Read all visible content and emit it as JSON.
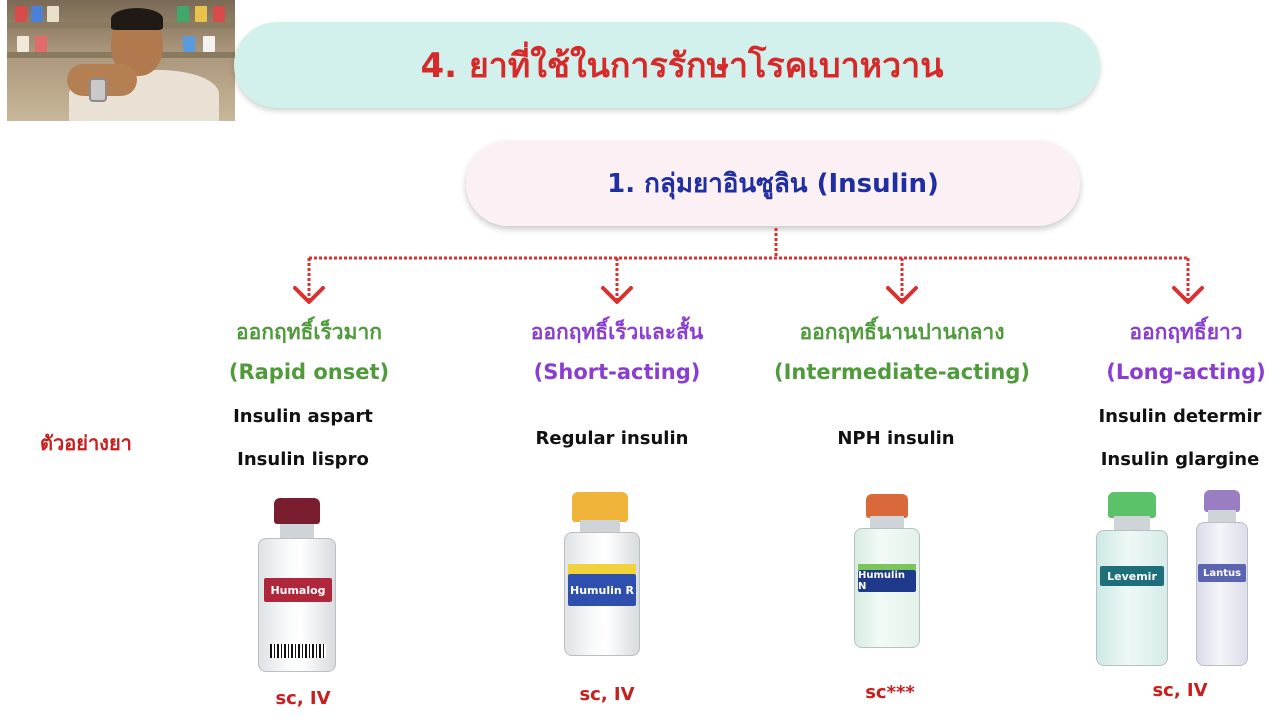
{
  "title": "4. ยาที่ใช้ในการรักษาโรคเบาหวาน",
  "subtitle": "1. กลุ่มยาอินซูลิน (Insulin)",
  "example_label": "ตัวอย่างยา",
  "categories": [
    {
      "thai": "ออกฤทธิ์เร็วมาก",
      "english": "(Rapid onset)",
      "drugs": [
        "Insulin aspart",
        "Insulin lispro"
      ],
      "route": "sc, IV",
      "vial_labels": [
        "Humalog"
      ],
      "color": "#4f9a3a"
    },
    {
      "thai": "ออกฤทธิ์เร็วและสั้น",
      "english": "(Short-acting)",
      "drugs": [
        "Regular insulin"
      ],
      "route": "sc, IV",
      "vial_labels": [
        "Humulin R"
      ],
      "color": "#8a3dd1"
    },
    {
      "thai": "ออกฤทธิ์นานปานกลาง",
      "english": "(Intermediate-acting)",
      "drugs": [
        "NPH insulin"
      ],
      "route": "sc***",
      "vial_labels": [
        "Humulin N"
      ],
      "color": "#4f9a3a"
    },
    {
      "thai": "ออกฤทธิ์ยาว",
      "english": "(Long-acting)",
      "drugs": [
        "Insulin determir",
        "Insulin glargine"
      ],
      "route": "sc, IV",
      "vial_labels": [
        "Levemir",
        "Lantus"
      ],
      "color": "#8a3dd1"
    }
  ],
  "colors": {
    "title_text": "#d62a2a",
    "title_banner": "#d3f1ec",
    "subtitle_text": "#1f2ea0",
    "subtitle_pill": "#fbf1f5",
    "arrow": "#d93030",
    "route_text": "#c81e1e"
  }
}
